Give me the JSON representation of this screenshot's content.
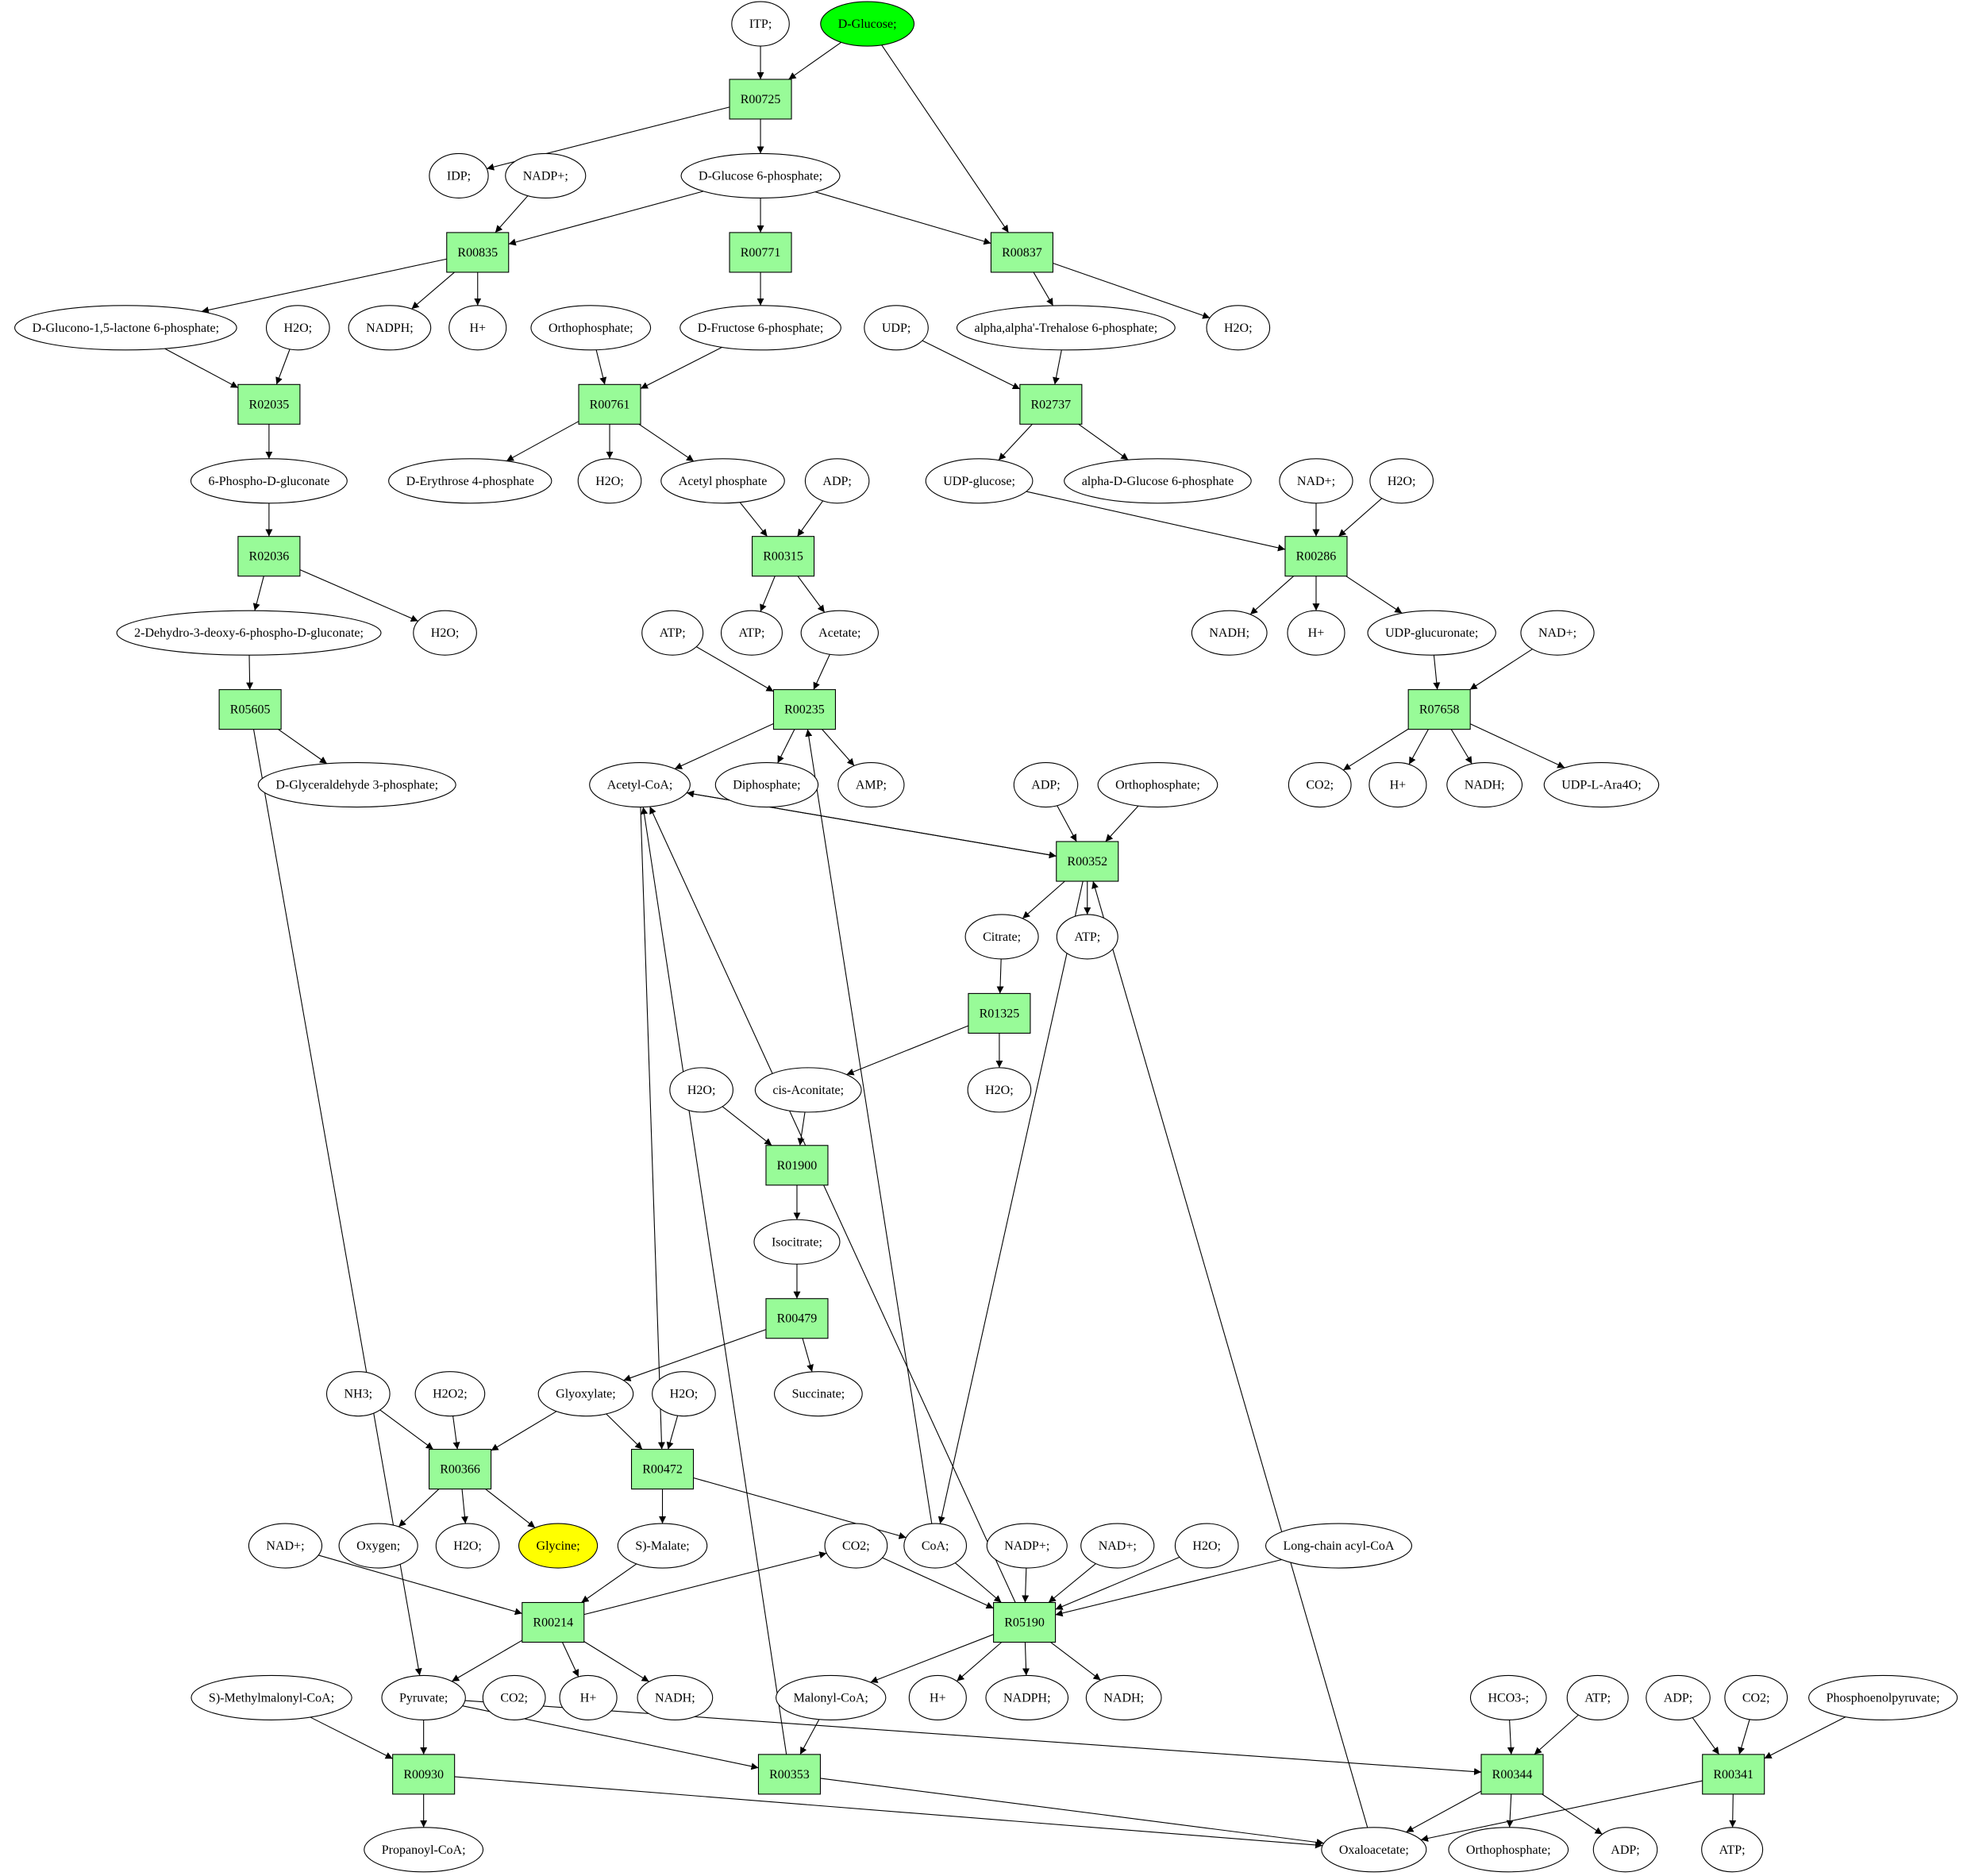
{
  "colors": {
    "reaction_fill": "#98fb98",
    "compound_fill": "#ffffff",
    "source_fill": "#00ff00",
    "target_fill": "#ffff00",
    "stroke": "#000000"
  },
  "nodes": [
    {
      "id": "itp",
      "label": "ITP;",
      "kind": "compound"
    },
    {
      "id": "dglucose",
      "label": "D-Glucose;",
      "kind": "source"
    },
    {
      "id": "R00725",
      "label": "R00725",
      "kind": "reaction"
    },
    {
      "id": "idp",
      "label": "IDP;",
      "kind": "compound"
    },
    {
      "id": "nadp_a",
      "label": "NADP+;",
      "kind": "compound"
    },
    {
      "id": "g6p",
      "label": "D-Glucose 6-phosphate;",
      "kind": "compound"
    },
    {
      "id": "R00835",
      "label": "R00835",
      "kind": "reaction"
    },
    {
      "id": "R00771",
      "label": "R00771",
      "kind": "reaction"
    },
    {
      "id": "R00837",
      "label": "R00837",
      "kind": "reaction"
    },
    {
      "id": "glucono",
      "label": "D-Glucono-1,5-lactone 6-phosphate;",
      "kind": "compound"
    },
    {
      "id": "h2o_a",
      "label": "H2O;",
      "kind": "compound"
    },
    {
      "id": "nadph_a",
      "label": "NADPH;",
      "kind": "compound"
    },
    {
      "id": "hplus_a",
      "label": "H+",
      "kind": "compound"
    },
    {
      "id": "ortho_a",
      "label": "Orthophosphate;",
      "kind": "compound"
    },
    {
      "id": "f6p",
      "label": "D-Fructose 6-phosphate;",
      "kind": "compound"
    },
    {
      "id": "udp",
      "label": "UDP;",
      "kind": "compound"
    },
    {
      "id": "trehalose",
      "label": "alpha,alpha'-Trehalose 6-phosphate;",
      "kind": "compound"
    },
    {
      "id": "h2o_b",
      "label": "H2O;",
      "kind": "compound"
    },
    {
      "id": "R02035",
      "label": "R02035",
      "kind": "reaction"
    },
    {
      "id": "R00761",
      "label": "R00761",
      "kind": "reaction"
    },
    {
      "id": "R02737",
      "label": "R02737",
      "kind": "reaction"
    },
    {
      "id": "pgluconate",
      "label": "6-Phospho-D-gluconate",
      "kind": "compound"
    },
    {
      "id": "erythrose",
      "label": "D-Erythrose 4-phosphate",
      "kind": "compound"
    },
    {
      "id": "h2o_c",
      "label": "H2O;",
      "kind": "compound"
    },
    {
      "id": "acetylp",
      "label": "Acetyl phosphate",
      "kind": "compound"
    },
    {
      "id": "adp_a",
      "label": "ADP;",
      "kind": "compound"
    },
    {
      "id": "udpglucose",
      "label": "UDP-glucose;",
      "kind": "compound"
    },
    {
      "id": "adglucose6p",
      "label": "alpha-D-Glucose 6-phosphate",
      "kind": "compound"
    },
    {
      "id": "nad_a",
      "label": "NAD+;",
      "kind": "compound"
    },
    {
      "id": "h2o_d",
      "label": "H2O;",
      "kind": "compound"
    },
    {
      "id": "R02036",
      "label": "R02036",
      "kind": "reaction"
    },
    {
      "id": "R00315",
      "label": "R00315",
      "kind": "reaction"
    },
    {
      "id": "R00286",
      "label": "R00286",
      "kind": "reaction"
    },
    {
      "id": "dehydro",
      "label": "2-Dehydro-3-deoxy-6-phospho-D-gluconate;",
      "kind": "compound"
    },
    {
      "id": "h2o_e",
      "label": "H2O;",
      "kind": "compound"
    },
    {
      "id": "atp_a",
      "label": "ATP;",
      "kind": "compound"
    },
    {
      "id": "atp_b",
      "label": "ATP;",
      "kind": "compound"
    },
    {
      "id": "acetate",
      "label": "Acetate;",
      "kind": "compound"
    },
    {
      "id": "nadh_a",
      "label": "NADH;",
      "kind": "compound"
    },
    {
      "id": "hplus_b",
      "label": "H+",
      "kind": "compound"
    },
    {
      "id": "udpgluc",
      "label": "UDP-glucuronate;",
      "kind": "compound"
    },
    {
      "id": "nad_b",
      "label": "NAD+;",
      "kind": "compound"
    },
    {
      "id": "R05605",
      "label": "R05605",
      "kind": "reaction"
    },
    {
      "id": "R00235",
      "label": "R00235",
      "kind": "reaction"
    },
    {
      "id": "R07658",
      "label": "R07658",
      "kind": "reaction"
    },
    {
      "id": "gap",
      "label": "D-Glyceraldehyde 3-phosphate;",
      "kind": "compound"
    },
    {
      "id": "acetylcoa",
      "label": "Acetyl-CoA;",
      "kind": "compound"
    },
    {
      "id": "diphos",
      "label": "Diphosphate;",
      "kind": "compound"
    },
    {
      "id": "amp",
      "label": "AMP;",
      "kind": "compound"
    },
    {
      "id": "adp_b",
      "label": "ADP;",
      "kind": "compound"
    },
    {
      "id": "ortho_b",
      "label": "Orthophosphate;",
      "kind": "compound"
    },
    {
      "id": "co2_a",
      "label": "CO2;",
      "kind": "compound"
    },
    {
      "id": "hplus_c",
      "label": "H+",
      "kind": "compound"
    },
    {
      "id": "nadh_b",
      "label": "NADH;",
      "kind": "compound"
    },
    {
      "id": "udpara",
      "label": "UDP-L-Ara4O;",
      "kind": "compound"
    },
    {
      "id": "R00352",
      "label": "R00352",
      "kind": "reaction"
    },
    {
      "id": "citrate",
      "label": "Citrate;",
      "kind": "compound"
    },
    {
      "id": "atp_c",
      "label": "ATP;",
      "kind": "compound"
    },
    {
      "id": "R01325",
      "label": "R01325",
      "kind": "reaction"
    },
    {
      "id": "h2o_f",
      "label": "H2O;",
      "kind": "compound"
    },
    {
      "id": "cisaco",
      "label": "cis-Aconitate;",
      "kind": "compound"
    },
    {
      "id": "h2o_g",
      "label": "H2O;",
      "kind": "compound"
    },
    {
      "id": "R01900",
      "label": "R01900",
      "kind": "reaction"
    },
    {
      "id": "isocitrate",
      "label": "Isocitrate;",
      "kind": "compound"
    },
    {
      "id": "R00479",
      "label": "R00479",
      "kind": "reaction"
    },
    {
      "id": "nh3",
      "label": "NH3;",
      "kind": "compound"
    },
    {
      "id": "h2o2",
      "label": "H2O2;",
      "kind": "compound"
    },
    {
      "id": "glyoxylate",
      "label": "Glyoxylate;",
      "kind": "compound"
    },
    {
      "id": "h2o_h",
      "label": "H2O;",
      "kind": "compound"
    },
    {
      "id": "succinate",
      "label": "Succinate;",
      "kind": "compound"
    },
    {
      "id": "R00366",
      "label": "R00366",
      "kind": "reaction"
    },
    {
      "id": "R00472",
      "label": "R00472",
      "kind": "reaction"
    },
    {
      "id": "nad_c",
      "label": "NAD+;",
      "kind": "compound"
    },
    {
      "id": "oxygen",
      "label": "Oxygen;",
      "kind": "compound"
    },
    {
      "id": "h2o_i",
      "label": "H2O;",
      "kind": "compound"
    },
    {
      "id": "glycine",
      "label": "Glycine;",
      "kind": "target"
    },
    {
      "id": "smalate",
      "label": "S)-Malate;",
      "kind": "compound"
    },
    {
      "id": "co2_b",
      "label": "CO2;",
      "kind": "compound"
    },
    {
      "id": "coa",
      "label": "CoA;",
      "kind": "compound"
    },
    {
      "id": "nadp_b",
      "label": "NADP+;",
      "kind": "compound"
    },
    {
      "id": "nad_d",
      "label": "NAD+;",
      "kind": "compound"
    },
    {
      "id": "h2o_j",
      "label": "H2O;",
      "kind": "compound"
    },
    {
      "id": "lcacoa",
      "label": "Long-chain acyl-CoA",
      "kind": "compound"
    },
    {
      "id": "R00214",
      "label": "R00214",
      "kind": "reaction"
    },
    {
      "id": "R05190",
      "label": "R05190",
      "kind": "reaction"
    },
    {
      "id": "smethyl",
      "label": "S)-Methylmalonyl-CoA;",
      "kind": "compound"
    },
    {
      "id": "pyruvate",
      "label": "Pyruvate;",
      "kind": "compound"
    },
    {
      "id": "co2_c",
      "label": "CO2;",
      "kind": "compound"
    },
    {
      "id": "hplus_d",
      "label": "H+",
      "kind": "compound"
    },
    {
      "id": "nadh_c",
      "label": "NADH;",
      "kind": "compound"
    },
    {
      "id": "malonyl",
      "label": "Malonyl-CoA;",
      "kind": "compound"
    },
    {
      "id": "hplus_e",
      "label": "H+",
      "kind": "compound"
    },
    {
      "id": "nadph_b",
      "label": "NADPH;",
      "kind": "compound"
    },
    {
      "id": "nadh_d",
      "label": "NADH;",
      "kind": "compound"
    },
    {
      "id": "hco3",
      "label": "HCO3-;",
      "kind": "compound"
    },
    {
      "id": "atp_d",
      "label": "ATP;",
      "kind": "compound"
    },
    {
      "id": "adp_c",
      "label": "ADP;",
      "kind": "compound"
    },
    {
      "id": "co2_d",
      "label": "CO2;",
      "kind": "compound"
    },
    {
      "id": "pep",
      "label": "Phosphoenolpyruvate;",
      "kind": "compound"
    },
    {
      "id": "R00930",
      "label": "R00930",
      "kind": "reaction"
    },
    {
      "id": "R00353",
      "label": "R00353",
      "kind": "reaction"
    },
    {
      "id": "R00344",
      "label": "R00344",
      "kind": "reaction"
    },
    {
      "id": "R00341",
      "label": "R00341",
      "kind": "reaction"
    },
    {
      "id": "propanoyl",
      "label": "Propanoyl-CoA;",
      "kind": "compound"
    },
    {
      "id": "oxaloacetate",
      "label": "Oxaloacetate;",
      "kind": "compound"
    },
    {
      "id": "ortho_c",
      "label": "Orthophosphate;",
      "kind": "compound"
    },
    {
      "id": "adp_d",
      "label": "ADP;",
      "kind": "compound"
    },
    {
      "id": "atp_e",
      "label": "ATP;",
      "kind": "compound"
    }
  ],
  "edges": [
    [
      "itp",
      "R00725"
    ],
    [
      "dglucose",
      "R00725"
    ],
    [
      "dglucose",
      "R00837"
    ],
    [
      "R00725",
      "idp"
    ],
    [
      "R00725",
      "g6p"
    ],
    [
      "nadp_a",
      "R00835"
    ],
    [
      "g6p",
      "R00835"
    ],
    [
      "g6p",
      "R00771"
    ],
    [
      "g6p",
      "R00837"
    ],
    [
      "R00835",
      "glucono"
    ],
    [
      "R00835",
      "nadph_a"
    ],
    [
      "R00835",
      "hplus_a"
    ],
    [
      "R00771",
      "f6p"
    ],
    [
      "R00837",
      "trehalose"
    ],
    [
      "R00837",
      "h2o_b"
    ],
    [
      "glucono",
      "R02035"
    ],
    [
      "h2o_a",
      "R02035"
    ],
    [
      "R02035",
      "pgluconate"
    ],
    [
      "ortho_a",
      "R00761"
    ],
    [
      "f6p",
      "R00761"
    ],
    [
      "R00761",
      "erythrose"
    ],
    [
      "R00761",
      "h2o_c"
    ],
    [
      "R00761",
      "acetylp"
    ],
    [
      "udp",
      "R02737"
    ],
    [
      "trehalose",
      "R02737"
    ],
    [
      "R02737",
      "udpglucose"
    ],
    [
      "R02737",
      "adglucose6p"
    ],
    [
      "pgluconate",
      "R02036"
    ],
    [
      "R02036",
      "dehydro"
    ],
    [
      "R02036",
      "h2o_e"
    ],
    [
      "acetylp",
      "R00315"
    ],
    [
      "adp_a",
      "R00315"
    ],
    [
      "R00315",
      "atp_b"
    ],
    [
      "R00315",
      "acetate"
    ],
    [
      "udpglucose",
      "R00286"
    ],
    [
      "nad_a",
      "R00286"
    ],
    [
      "h2o_d",
      "R00286"
    ],
    [
      "R00286",
      "nadh_a"
    ],
    [
      "R00286",
      "hplus_b"
    ],
    [
      "R00286",
      "udpgluc"
    ],
    [
      "dehydro",
      "R05605"
    ],
    [
      "R05605",
      "gap"
    ],
    [
      "R05605",
      "pyruvate"
    ],
    [
      "atp_a",
      "R00235"
    ],
    [
      "acetate",
      "R00235"
    ],
    [
      "coa",
      "R00235"
    ],
    [
      "R00235",
      "acetylcoa"
    ],
    [
      "R00235",
      "diphos"
    ],
    [
      "R00235",
      "amp"
    ],
    [
      "udpgluc",
      "R07658"
    ],
    [
      "nad_b",
      "R07658"
    ],
    [
      "R07658",
      "co2_a"
    ],
    [
      "R07658",
      "hplus_c"
    ],
    [
      "R07658",
      "nadh_b"
    ],
    [
      "R07658",
      "udpara"
    ],
    [
      "adp_b",
      "R00352"
    ],
    [
      "ortho_b",
      "R00352"
    ],
    [
      "oxaloacetate",
      "R00352"
    ],
    [
      "acetylcoa",
      "R00352"
    ],
    [
      "R00352",
      "acetylcoa"
    ],
    [
      "R00352",
      "citrate"
    ],
    [
      "R00352",
      "atp_c"
    ],
    [
      "R00352",
      "coa"
    ],
    [
      "citrate",
      "R01325"
    ],
    [
      "R01325",
      "cisaco"
    ],
    [
      "R01325",
      "h2o_f"
    ],
    [
      "h2o_g",
      "R01900"
    ],
    [
      "cisaco",
      "R01900"
    ],
    [
      "R01900",
      "isocitrate"
    ],
    [
      "isocitrate",
      "R00479"
    ],
    [
      "R00479",
      "glyoxylate"
    ],
    [
      "R00479",
      "succinate"
    ],
    [
      "nh3",
      "R00366"
    ],
    [
      "h2o2",
      "R00366"
    ],
    [
      "glyoxylate",
      "R00366"
    ],
    [
      "R00366",
      "oxygen"
    ],
    [
      "R00366",
      "h2o_i"
    ],
    [
      "R00366",
      "glycine"
    ],
    [
      "glyoxylate",
      "R00472"
    ],
    [
      "h2o_h",
      "R00472"
    ],
    [
      "acetylcoa",
      "R00472"
    ],
    [
      "R00472",
      "smalate"
    ],
    [
      "R00472",
      "coa"
    ],
    [
      "nad_c",
      "R00214"
    ],
    [
      "smalate",
      "R00214"
    ],
    [
      "R00214",
      "pyruvate"
    ],
    [
      "R00214",
      "co2_b"
    ],
    [
      "R00214",
      "hplus_d"
    ],
    [
      "R00214",
      "nadh_c"
    ],
    [
      "co2_b2",
      "R05190"
    ],
    [
      "coa",
      "R05190"
    ],
    [
      "nadp_b",
      "R05190"
    ],
    [
      "nad_d",
      "R05190"
    ],
    [
      "h2o_j",
      "R05190"
    ],
    [
      "lcacoa",
      "R05190"
    ],
    [
      "R05190",
      "acetylcoa"
    ],
    [
      "R05190",
      "malonyl"
    ],
    [
      "R05190",
      "hplus_e"
    ],
    [
      "R05190",
      "nadph_b"
    ],
    [
      "R05190",
      "nadh_d"
    ],
    [
      "smethyl",
      "R00930"
    ],
    [
      "pyruvate",
      "R00930"
    ],
    [
      "R00930",
      "propanoyl"
    ],
    [
      "R00930",
      "oxaloacetate"
    ],
    [
      "pyruvate",
      "R00353"
    ],
    [
      "malonyl",
      "R00353"
    ],
    [
      "R00353",
      "acetylcoa"
    ],
    [
      "R00353",
      "oxaloacetate"
    ],
    [
      "pyruvate",
      "R00344"
    ],
    [
      "hco3",
      "R00344"
    ],
    [
      "atp_d",
      "R00344"
    ],
    [
      "R00344",
      "oxaloacetate"
    ],
    [
      "R00344",
      "ortho_c"
    ],
    [
      "R00344",
      "adp_d"
    ],
    [
      "adp_c",
      "R00341"
    ],
    [
      "co2_d",
      "R00341"
    ],
    [
      "pep",
      "R00341"
    ],
    [
      "R00341",
      "oxaloacetate"
    ],
    [
      "R00341",
      "atp_e"
    ]
  ]
}
